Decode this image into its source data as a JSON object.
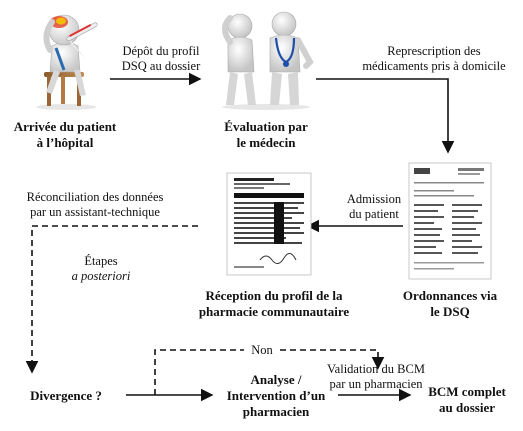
{
  "nodes": {
    "patient_arrival": {
      "line1": "Arrivée du patient",
      "line2": "à l’hôpital"
    },
    "doctor_eval": {
      "line1": "Évaluation par",
      "line2": "le médecin"
    },
    "pharmacy_profile": {
      "line1": "Réception du profil de la",
      "line2": "pharmacie communautaire"
    },
    "prescriptions": {
      "line1": "Ordonnances via",
      "line2": "le DSQ"
    },
    "divergence": {
      "text": "Divergence ?"
    },
    "analysis": {
      "line1": "Analyse /",
      "line2": "Intervention d’un",
      "line3": "pharmacien"
    },
    "bcm_complete": {
      "line1": "BCM  complet",
      "line2": "au dossier"
    }
  },
  "edges": {
    "dsq_deposit": {
      "line1": "Dépôt du profil",
      "line2": "DSQ au dossier"
    },
    "represcription": {
      "line1": "Represcription des",
      "line2": "médicaments pris à domicile"
    },
    "admission": {
      "line1": "Admission",
      "line2": "du patient"
    },
    "reconciliation": {
      "line1": "Réconciliation des données",
      "line2": "par un assistant-technique"
    },
    "posteriori": {
      "line1": "Étapes",
      "line2": "a posteriori"
    },
    "non": {
      "text": "Non"
    },
    "validation": {
      "line1": "Validation du BCM",
      "line2": "par un pharmacien"
    }
  },
  "icons": [
    "patient-thermometer-figure",
    "doctor-stethoscope-figure",
    "pharmacy-profile-document",
    "prescription-document"
  ]
}
